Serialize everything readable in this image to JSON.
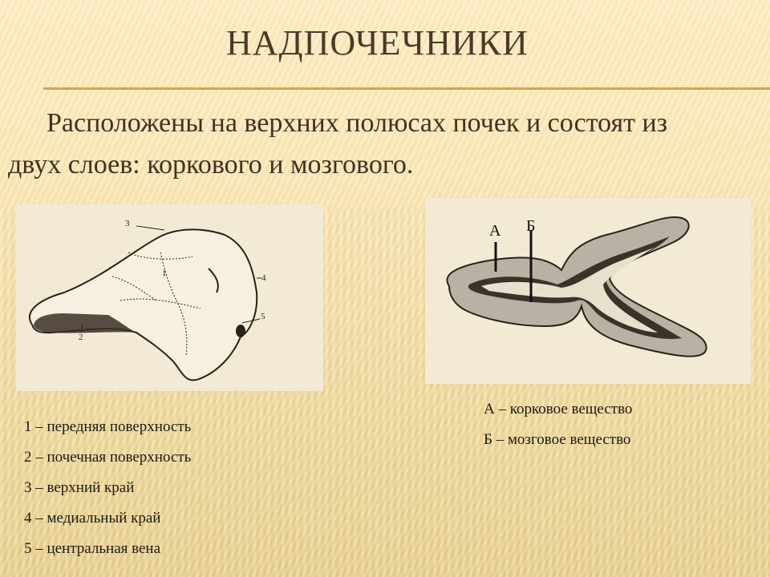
{
  "slide": {
    "title": "НАДПОЧЕЧНИКИ",
    "body_text_line1": "Расположены на верхних полюсах почек и состоят из",
    "body_text_line2": "двух слоев: коркового и мозгового.",
    "colors": {
      "background": "#fbe8b8",
      "divider": "#dba24a",
      "title": "#4a3a28",
      "text": "#1e1a14"
    }
  },
  "figure_left": {
    "description": "adrenal-gland-external-view",
    "labels": [
      "1",
      "2",
      "3",
      "4",
      "5"
    ]
  },
  "figure_right": {
    "description": "adrenal-gland-cross-section",
    "labels": [
      "А",
      "Б"
    ]
  },
  "legend_left": {
    "items": [
      "1 – передняя поверхность",
      "2 – почечная поверхность",
      "3 – верхний край",
      "4 – медиальный край",
      "5 – центральная вена"
    ]
  },
  "legend_right": {
    "items": [
      "А – корковое вещество",
      "Б – мозговое вещество"
    ]
  }
}
